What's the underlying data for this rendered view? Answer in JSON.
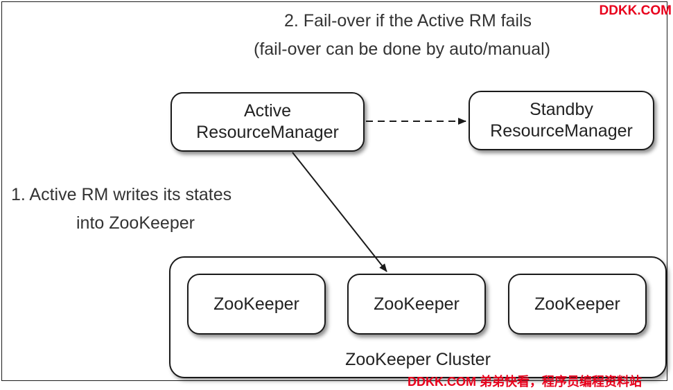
{
  "captions": {
    "failover_line1": "2. Fail-over if the Active RM fails",
    "failover_line2": "(fail-over can be done by auto/manual)",
    "writes_line1": "1. Active RM writes its states",
    "writes_line2": "into ZooKeeper"
  },
  "nodes": {
    "active_rm": {
      "line1": "Active",
      "line2": "ResourceManager"
    },
    "standby_rm": {
      "line1": "Standby",
      "line2": "ResourceManager"
    },
    "zookeepers": [
      "ZooKeeper",
      "ZooKeeper",
      "ZooKeeper"
    ],
    "cluster_label": "ZooKeeper Cluster"
  },
  "watermarks": {
    "top": "DDKK.COM",
    "bottom": "DDKK.COM 弟弟快看，程序员编程资料站"
  },
  "colors": {
    "line": "#1a1a1a",
    "watermark": "#e8001c"
  }
}
